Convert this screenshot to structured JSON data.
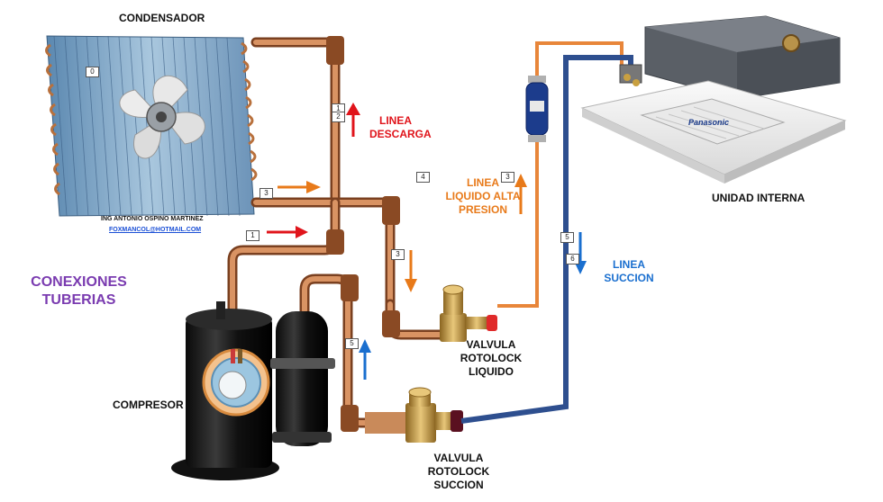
{
  "labels": {
    "condensador": "CONDENSADOR",
    "author": "ING ANTONIO OSPINO MARTINEZ",
    "email": "FOXMANCOL@HOTMAIL.COM",
    "conexiones": "CONEXIONES\nTUBERIAS",
    "compresor": "COMPRESOR",
    "linea_descarga": "LINEA\nDESCARGA",
    "linea_liquido": "LINEA\nLIQUIDO ALTA\nPRESION",
    "linea_succion": "LINEA\nSUCCION",
    "unidad_interna": "UNIDAD INTERNA",
    "valvula_liquido": "VALVULA\nROTOLOCK\nLIQUIDO",
    "valvula_succion": "VALVULA\nROTOLOCK\nSUCCION",
    "brand": "Panasonic"
  },
  "tags": {
    "t0": "0",
    "t1a": "1",
    "t2": "2",
    "t3a": "3",
    "t1b": "1",
    "t4": "4",
    "t3b": "3",
    "t3c": "3",
    "t5a": "5",
    "t6": "6",
    "t5b": "5"
  },
  "colors": {
    "copper": "#c9844e",
    "discharge": "#e0141b",
    "liquid": "#e87a1a",
    "suction": "#1a6fcf",
    "suction_pipe": "#2e4f8f",
    "title_purple": "#7a3bb0"
  }
}
